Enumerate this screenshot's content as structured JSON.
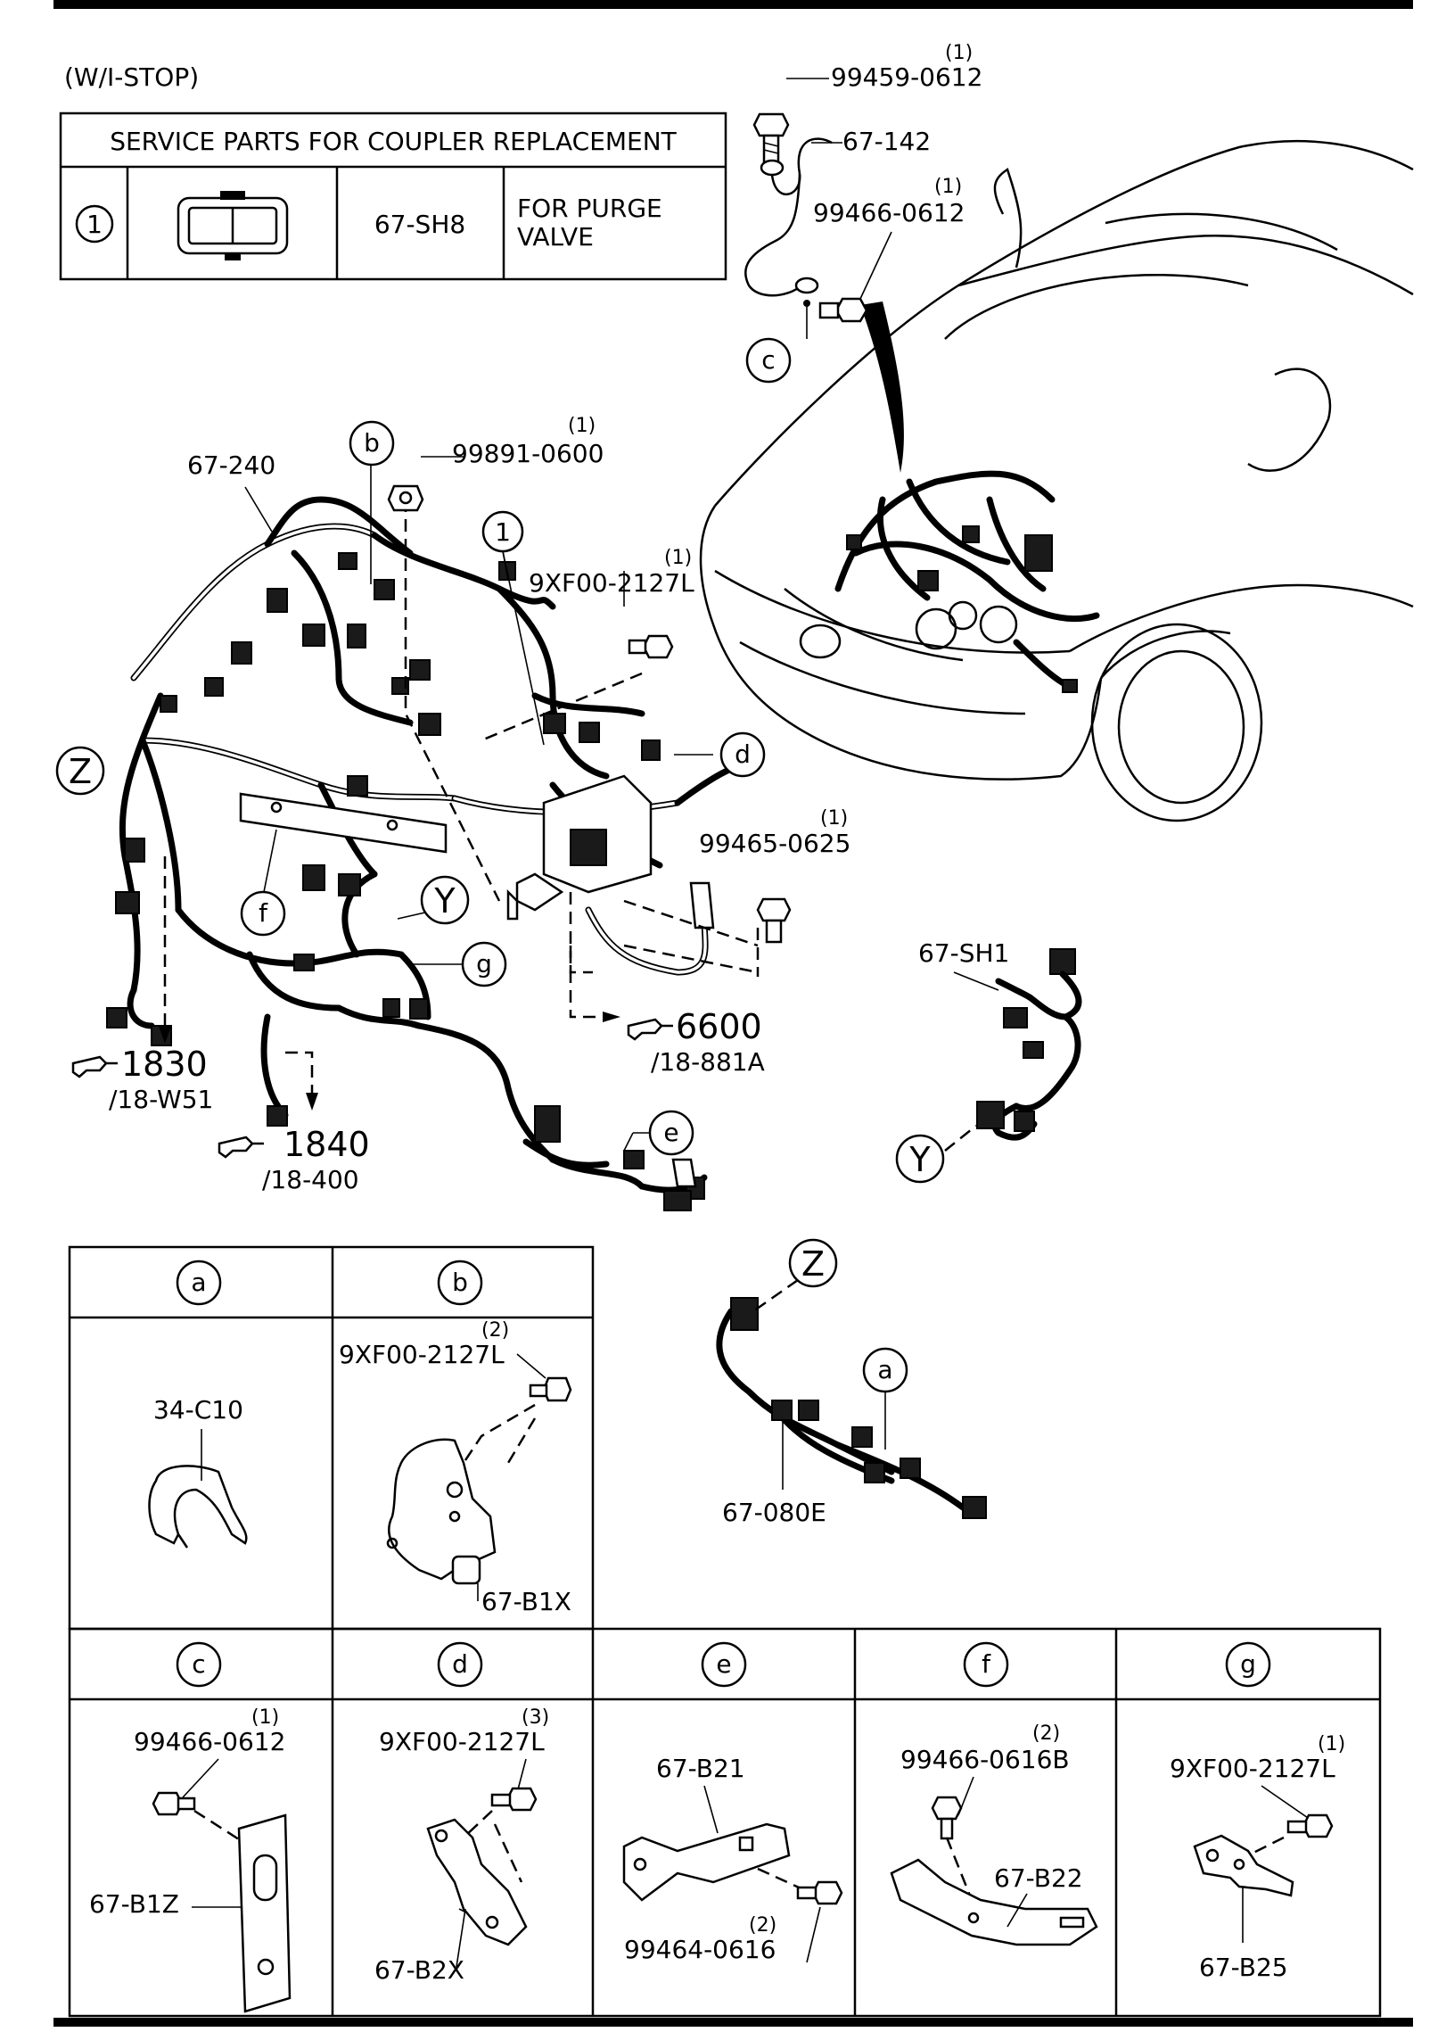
{
  "header": {
    "variant": "(W/I-STOP)"
  },
  "service_table": {
    "title": "SERVICE PARTS FOR COUPLER REPLACEMENT",
    "rows": [
      {
        "ref": "1",
        "part": "67-SH8",
        "desc_line1": "FOR PURGE",
        "desc_line2": "VALVE"
      }
    ]
  },
  "callouts": {
    "p99459": "99459-0612",
    "p99459_qty": "(1)",
    "p67142": "67-142",
    "p99466a": "99466-0612",
    "p99466a_qty": "(1)",
    "c": "c",
    "p67240": "67-240",
    "b": "b",
    "p99891": "99891-0600",
    "p99891_qty": "(1)",
    "one": "1",
    "p9xf_main": "9XF00-2127L",
    "p9xf_main_qty": "(1)",
    "d": "d",
    "Z": "Z",
    "f": "f",
    "Y": "Y",
    "g": "g",
    "p99465": "99465-0625",
    "p99465_qty": "(1)",
    "ref6600": "6600",
    "ref6600_sub": "/18-881A",
    "ref1830": "1830",
    "ref1830_sub": "/18-W51",
    "ref1840": "1840",
    "ref1840_sub": "/18-400",
    "e": "e",
    "p67SH1": "67-SH1",
    "Y2": "Y"
  },
  "detail_boxes": {
    "a": {
      "key": "a",
      "part": "34-C10"
    },
    "b": {
      "key": "b",
      "bolt": "9XF00-2127L",
      "bolt_qty": "(2)",
      "bracket": "67-B1X"
    },
    "c": {
      "key": "c",
      "bolt": "99466-0612",
      "bolt_qty": "(1)",
      "bracket": "67-B1Z"
    },
    "d": {
      "key": "d",
      "bolt": "9XF00-2127L",
      "bolt_qty": "(3)",
      "bracket": "67-B2X"
    },
    "e": {
      "key": "e",
      "bracket": "67-B21",
      "bolt": "99464-0616",
      "bolt_qty": "(2)"
    },
    "f": {
      "key": "f",
      "bolt": "99466-0616B",
      "bolt_qty": "(2)",
      "bracket": "67-B22"
    },
    "g": {
      "key": "g",
      "bolt": "9XF00-2127L",
      "bolt_qty": "(1)",
      "bracket": "67-B25"
    }
  },
  "sub_harness": {
    "Z": "Z",
    "a": "a",
    "part": "67-080E"
  }
}
